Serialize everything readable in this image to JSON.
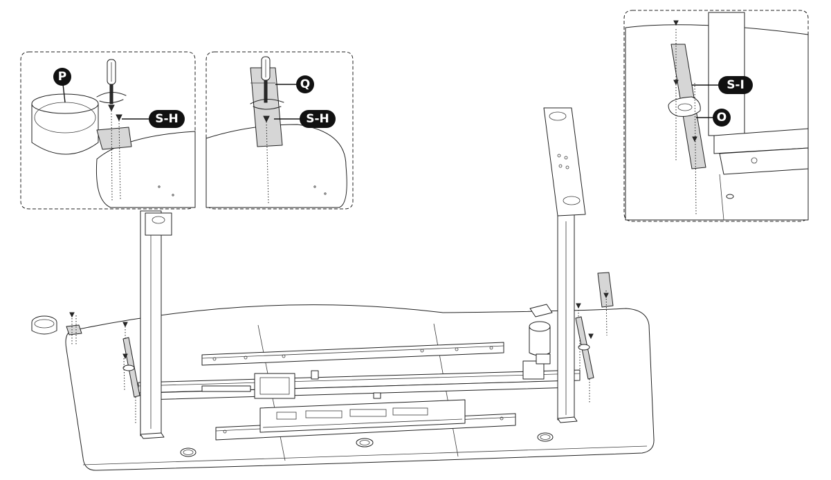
{
  "callouts": {
    "p": "P",
    "q": "Q",
    "sh_left": "S-H",
    "sh_middle": "S-H",
    "si": "S-I",
    "o": "O"
  },
  "icons": {
    "rotate": "rotate-arrow-icon",
    "screwdriver": "screwdriver-icon",
    "screw": "screw-icon"
  },
  "colors": {
    "line": "#1f1f1f",
    "callout_fill": "#111111",
    "callout_text": "#ffffff",
    "part_fill": "#d6d6d6"
  }
}
